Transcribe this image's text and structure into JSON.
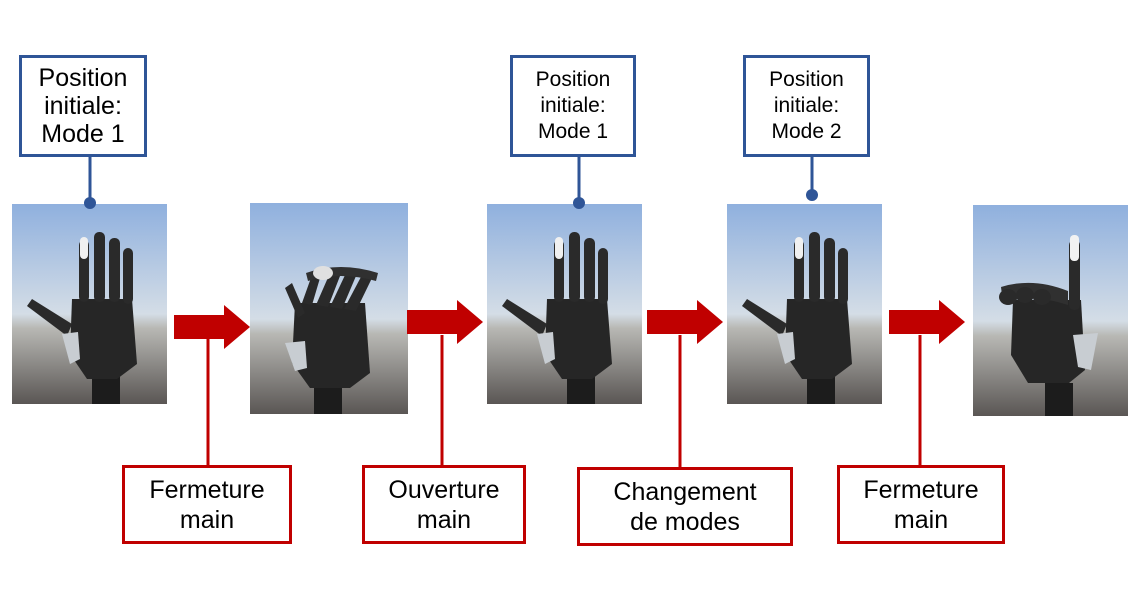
{
  "diagram": {
    "mode_labels": [
      {
        "text": "Position\ninitiale:\nMode 1"
      },
      {
        "text": "Position\ninitiale:\nMode 1"
      },
      {
        "text": "Position\ninitiale:\nMode 2"
      }
    ],
    "action_labels": [
      {
        "text": "Fermeture\nmain"
      },
      {
        "text": "Ouverture\nmain"
      },
      {
        "text": "Changement\nde modes"
      },
      {
        "text": "Fermeture\nmain"
      }
    ],
    "frames": [
      {
        "pose": "open-hand-thumb-out"
      },
      {
        "pose": "hand-closing-fingers-curled"
      },
      {
        "pose": "open-hand-thumb-out"
      },
      {
        "pose": "open-hand-thumb-out"
      },
      {
        "pose": "fist-index-finger-raised"
      }
    ],
    "colors": {
      "blue_box": "#2f5597",
      "red_box": "#c00000",
      "arrow": "#c00000"
    }
  }
}
